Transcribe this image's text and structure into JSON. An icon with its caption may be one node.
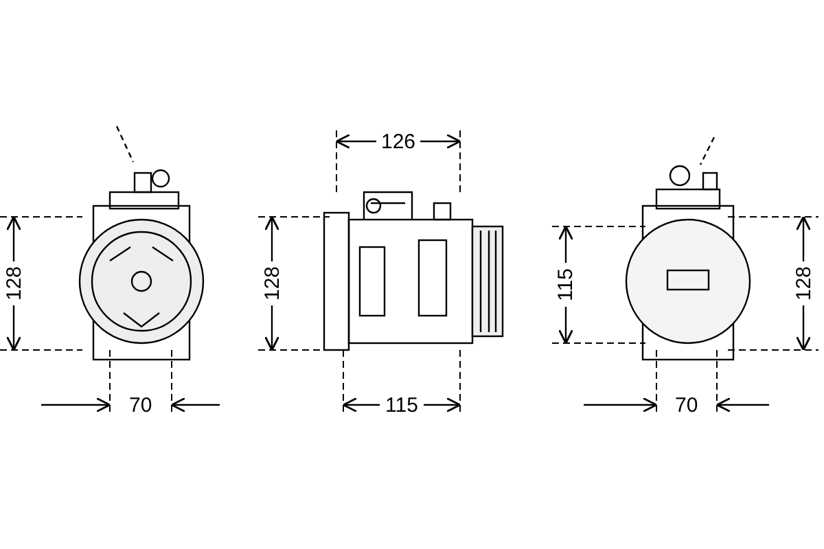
{
  "diagram": {
    "labels": [
      "126",
      "128",
      "128",
      "115",
      "128",
      "70",
      "115",
      "70"
    ]
  }
}
